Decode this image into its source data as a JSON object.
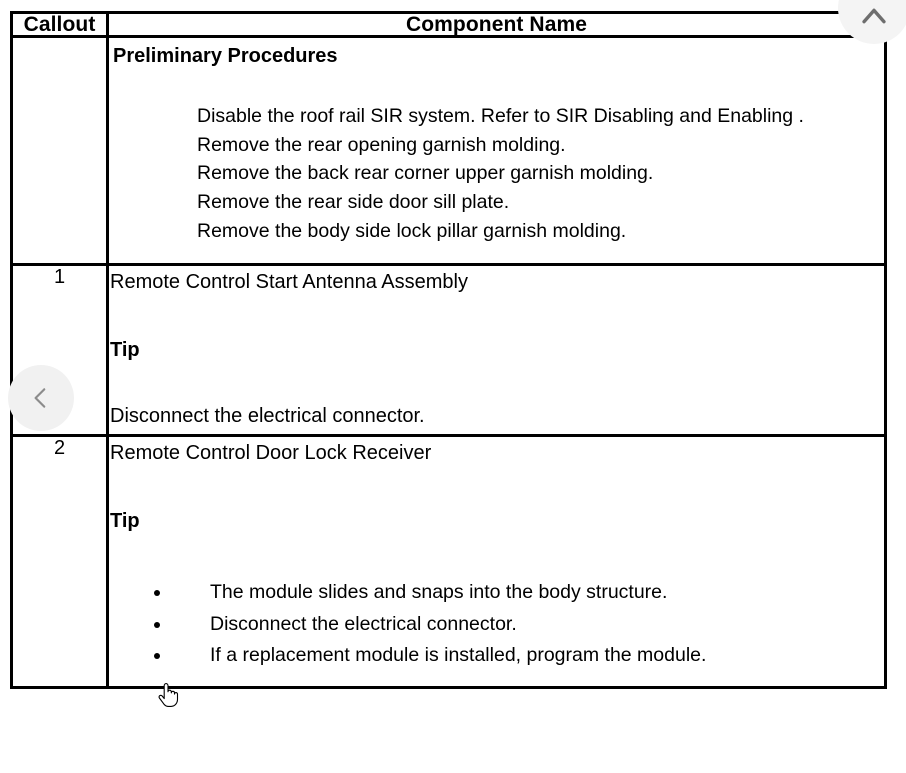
{
  "document": {
    "table": {
      "columns": [
        {
          "key": "callout",
          "label": "Callout"
        },
        {
          "key": "component_name",
          "label": "Component Name"
        }
      ],
      "rows": [
        {
          "callout": "",
          "kind": "preliminary",
          "title": "Preliminary Procedures",
          "steps": [
            "Disable the roof rail SIR system. Refer to SIR Disabling and Enabling .",
            "Remove the rear opening garnish molding.",
            "Remove the back rear corner upper garnish molding.",
            "Remove the rear side door sill plate.",
            "Remove the body side lock pillar garnish molding."
          ]
        },
        {
          "callout": "1",
          "kind": "component",
          "name": "Remote Control Start Antenna Assembly",
          "tip_label": "Tip",
          "tip_text": "Disconnect the electrical connector.",
          "bullets": []
        },
        {
          "callout": "2",
          "kind": "component",
          "name": "Remote Control Door Lock Receiver",
          "tip_label": "Tip",
          "tip_text": "",
          "bullets": [
            "The module slides and snaps into the body structure.",
            "Disconnect the electrical connector.",
            "If a replacement module is installed, program the module."
          ]
        }
      ]
    }
  },
  "overlay": {
    "prev_button": {
      "icon": "chevron-left-icon"
    },
    "close_button": {
      "icon": "chevron-up-icon"
    },
    "cursor": {
      "icon": "pointing-hand-cursor"
    }
  },
  "colors": {
    "page_background": "#ffffff",
    "table_border": "#000000",
    "text": "#000000",
    "nav_button_background": "#f1f1f1",
    "nav_button_icon": "#8c8c8c"
  }
}
